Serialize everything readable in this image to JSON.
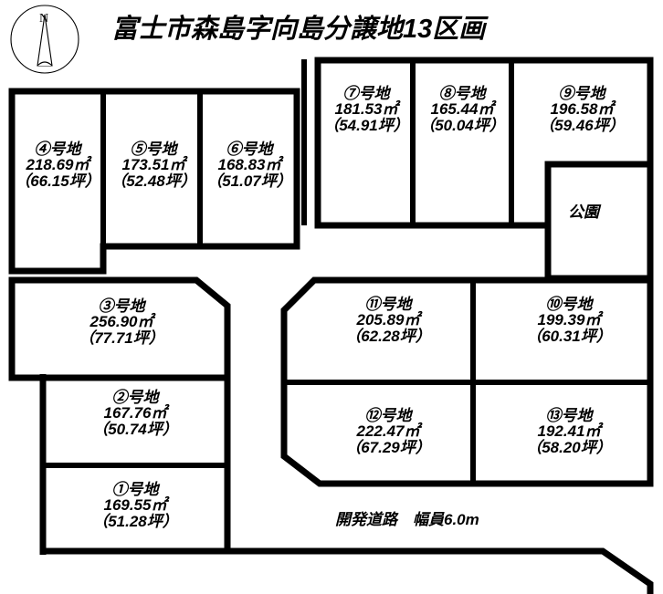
{
  "document": {
    "title": "富士市森島字向島分譲地13区画",
    "unit_area": "㎡",
    "unit_tsubo": "坪"
  },
  "compass": {
    "north_label": "N",
    "icon": "compass-rose"
  },
  "park": {
    "label": "公園"
  },
  "road": {
    "label": "開発道路　幅員6.0m"
  },
  "plots": [
    {
      "id": "1",
      "number": "①号地",
      "area_sqm": "169.55㎡",
      "area_tsubo": "（51.28坪）"
    },
    {
      "id": "2",
      "number": "②号地",
      "area_sqm": "167.76㎡",
      "area_tsubo": "（50.74坪）"
    },
    {
      "id": "3",
      "number": "③号地",
      "area_sqm": "256.90㎡",
      "area_tsubo": "（77.71坪）"
    },
    {
      "id": "4",
      "number": "④号地",
      "area_sqm": "218.69㎡",
      "area_tsubo": "（66.15坪）"
    },
    {
      "id": "5",
      "number": "⑤号地",
      "area_sqm": "173.51㎡",
      "area_tsubo": "（52.48坪）"
    },
    {
      "id": "6",
      "number": "⑥号地",
      "area_sqm": "168.83㎡",
      "area_tsubo": "（51.07坪）"
    },
    {
      "id": "7",
      "number": "⑦号地",
      "area_sqm": "181.53㎡",
      "area_tsubo": "（54.91坪）"
    },
    {
      "id": "8",
      "number": "⑧号地",
      "area_sqm": "165.44㎡",
      "area_tsubo": "（50.04坪）"
    },
    {
      "id": "9",
      "number": "⑨号地",
      "area_sqm": "196.58㎡",
      "area_tsubo": "（59.46坪）"
    },
    {
      "id": "10",
      "number": "⑩号地",
      "area_sqm": "199.39㎡",
      "area_tsubo": "（60.31坪）"
    },
    {
      "id": "11",
      "number": "⑪号地",
      "area_sqm": "205.89㎡",
      "area_tsubo": "（62.28坪）"
    },
    {
      "id": "12",
      "number": "⑫号地",
      "area_sqm": "222.47㎡",
      "area_tsubo": "（67.29坪）"
    },
    {
      "id": "13",
      "number": "⑬号地",
      "area_sqm": "192.41㎡",
      "area_tsubo": "（58.20坪）"
    }
  ],
  "colors": {
    "line": "#000000",
    "background": "#ffffff",
    "text": "#000000"
  }
}
